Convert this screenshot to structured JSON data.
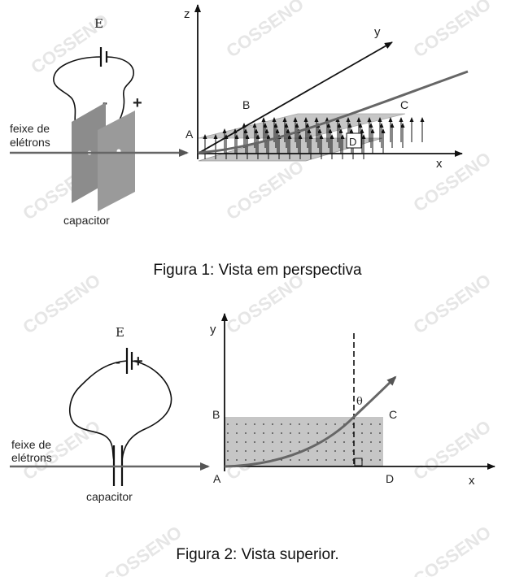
{
  "figure1": {
    "caption": "Figura 1: Vista em perspectiva",
    "labels": {
      "E": "E",
      "minus": "-",
      "plus": "+",
      "beam": [
        "feixe de",
        "elétrons"
      ],
      "capacitor": "capacitor",
      "z": "z",
      "y": "y",
      "x": "x",
      "A": "A",
      "B": "B",
      "C": "C",
      "D": "D"
    }
  },
  "figure2": {
    "caption": "Figura 2: Vista superior.",
    "labels": {
      "E": "E",
      "minus": "-",
      "plus": "+",
      "beam": [
        "feixe de",
        "elétrons"
      ],
      "capacitor": "capacitor",
      "y": "y",
      "x": "x",
      "A": "A",
      "B": "B",
      "C": "C",
      "D": "D",
      "theta": "θ"
    }
  },
  "watermark": "COSSENO",
  "colors": {
    "ink": "#111111",
    "plate": "#8c8c8c",
    "field_region": "#c2c2c2",
    "watermark": "#e6e6e6"
  }
}
